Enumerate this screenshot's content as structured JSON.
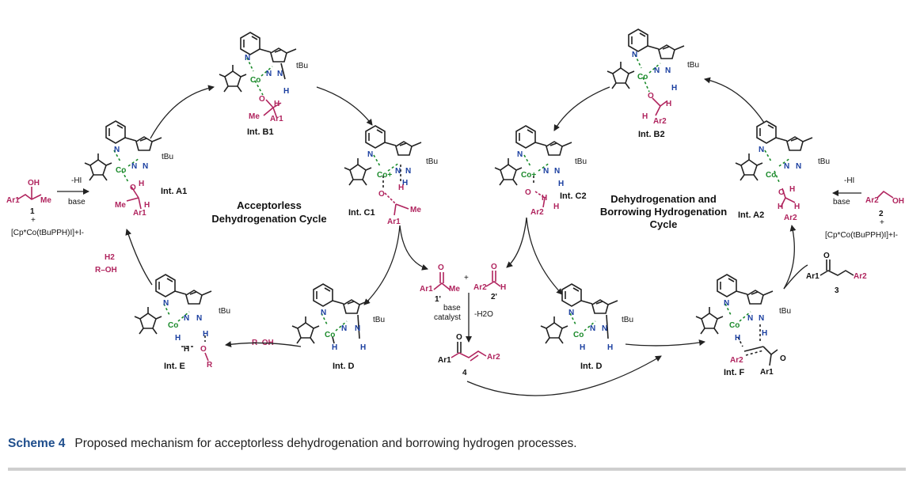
{
  "caption": {
    "number": "Scheme 4",
    "text": "Proposed mechanism for acceptorless dehydrogenation and borrowing hydrogen processes."
  },
  "cycles": {
    "left": {
      "title_line1": "Acceptorless",
      "title_line2": "Dehydrogenation Cycle"
    },
    "right": {
      "title_line1": "Dehydrogenation and",
      "title_line2": "Borrowing Hydrogenation",
      "title_line3": "Cycle"
    }
  },
  "intermediates": {
    "A1": "Int. A1",
    "B1": "Int. B1",
    "C1": "Int. C1",
    "D_left": "Int. D",
    "E": "Int. E",
    "A2": "Int. A2",
    "B2": "Int. B2",
    "C2": "Int. C2",
    "D_right": "Int. D",
    "F": "Int. F"
  },
  "atoms": {
    "co": "Co",
    "co_plus": "Co+",
    "n": "N",
    "h": "H",
    "o": "O",
    "tbu": "tBu",
    "ar1": "Ar1",
    "ar2": "Ar2",
    "me": "Me",
    "r": "R",
    "oh": "OH"
  },
  "reagents": {
    "minus_hi": "-HI",
    "base": "base",
    "plus": "+",
    "catalyst": "[Cp*Co(tBuPPH)I]+I-",
    "h2": "H2",
    "roh": "R–OH",
    "roh2": "R–OH",
    "base_catalyst_1": "base",
    "base_catalyst_2": "catalyst",
    "minus_h2o": "-H2O"
  },
  "compounds": {
    "c1": "1",
    "c1p": "1'",
    "c2": "2",
    "c2p": "2'",
    "c3": "3",
    "c4": "4"
  }
}
